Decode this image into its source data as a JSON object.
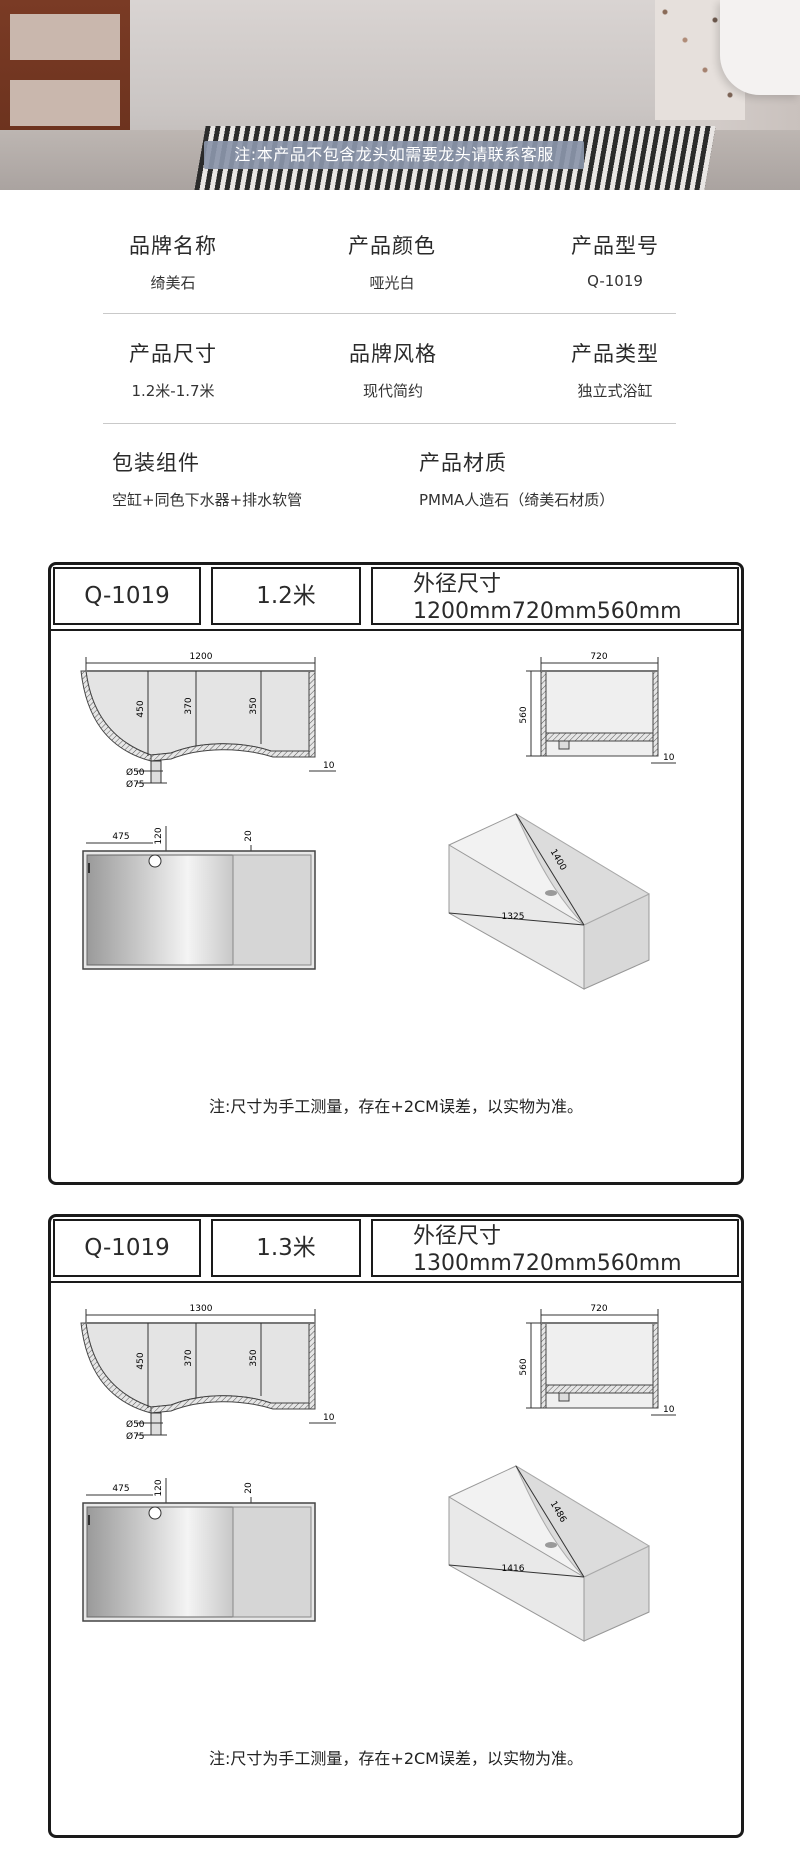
{
  "hero": {
    "notice": "注:本产品不包含龙头如需要龙头请联系客服"
  },
  "specs": {
    "brand": {
      "label": "品牌名称",
      "value": "绮美石"
    },
    "color": {
      "label": "产品颜色",
      "value": "哑光白"
    },
    "model": {
      "label": "产品型号",
      "value": "Q-1019"
    },
    "size": {
      "label": "产品尺寸",
      "value": "1.2米-1.7米"
    },
    "style": {
      "label": "品牌风格",
      "value": "现代简约"
    },
    "type": {
      "label": "产品类型",
      "value": "独立式浴缸"
    },
    "package": {
      "label": "包装组件",
      "value": "空缸+同色下水器+排水软管"
    },
    "material": {
      "label": "产品材质",
      "value": "PMMA人造石（绮美石材质）"
    }
  },
  "panels": [
    {
      "model": "Q-1019",
      "length": "1.2米",
      "dims_title": "外径尺寸",
      "dims_value": "1200mm720mm560mm",
      "side_view": {
        "length": "1200",
        "h1": "450",
        "h2": "370",
        "h3": "350",
        "d1": "Ø50",
        "d2": "Ø75",
        "wall": "10"
      },
      "end_view": {
        "width": "720",
        "height": "560",
        "wall": "10"
      },
      "top_view": {
        "drain_offset": "475",
        "drain_pos": "120",
        "rim": "20"
      },
      "iso_view": {
        "diag": "1400",
        "base": "1325"
      },
      "note": "注:尺寸为手工测量，存在+2CM误差，以实物为准。"
    },
    {
      "model": "Q-1019",
      "length": "1.3米",
      "dims_title": "外径尺寸",
      "dims_value": "1300mm720mm560mm",
      "side_view": {
        "length": "1300",
        "h1": "450",
        "h2": "370",
        "h3": "350",
        "d1": "Ø50",
        "d2": "Ø75",
        "wall": "10"
      },
      "end_view": {
        "width": "720",
        "height": "560",
        "wall": "10"
      },
      "top_view": {
        "drain_offset": "475",
        "drain_pos": "120",
        "rim": "20"
      },
      "iso_view": {
        "diag": "1486",
        "base": "1416"
      },
      "note": "注:尺寸为手工测量，存在+2CM误差，以实物为准。"
    }
  ]
}
